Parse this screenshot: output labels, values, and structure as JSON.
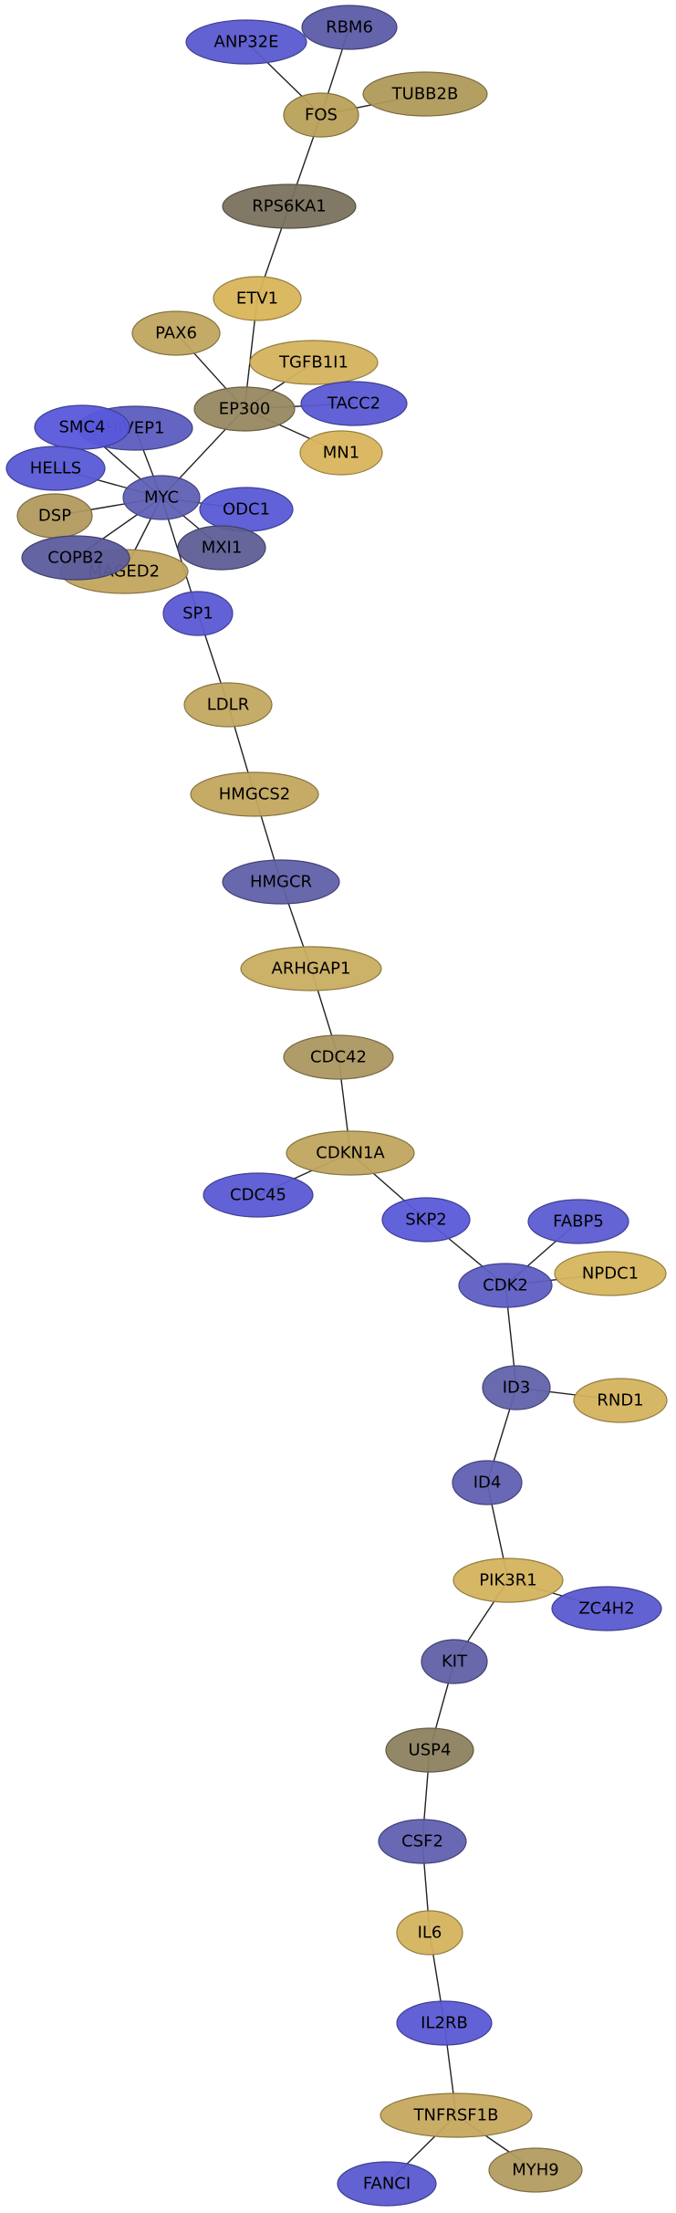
{
  "nodes": [
    {
      "id": "RBM6",
      "label": "RBM6",
      "color": "#5c5ca8"
    },
    {
      "id": "ANP32E",
      "label": "ANP32E",
      "color": "#5a5ad0"
    },
    {
      "id": "FOS",
      "label": "FOS",
      "color": "#b9a05a"
    },
    {
      "id": "TUBB2B",
      "label": "TUBB2B",
      "color": "#b09a5a"
    },
    {
      "id": "RPS6KA1",
      "label": "RPS6KA1",
      "color": "#7a725e"
    },
    {
      "id": "ETV1",
      "label": "ETV1",
      "color": "#d8b55a"
    },
    {
      "id": "PAX6",
      "label": "PAX6",
      "color": "#c0a55e"
    },
    {
      "id": "TGFB1I1",
      "label": "TGFB1I1",
      "color": "#d4b35e"
    },
    {
      "id": "EP300",
      "label": "EP300",
      "color": "#968860"
    },
    {
      "id": "TACC2",
      "label": "TACC2",
      "color": "#5a5ad4"
    },
    {
      "id": "MN1",
      "label": "MN1",
      "color": "#d9b55c"
    },
    {
      "id": "HIVEP1",
      "label": "HIVEP1",
      "color": "#5c5cc0"
    },
    {
      "id": "SMC4",
      "label": "SMC4",
      "color": "#5858dc"
    },
    {
      "id": "HELLS",
      "label": "HELLS",
      "color": "#5a5ad6"
    },
    {
      "id": "MYC",
      "label": "MYC",
      "color": "#6060b4"
    },
    {
      "id": "ODC1",
      "label": "ODC1",
      "color": "#5a5ad6"
    },
    {
      "id": "DSP",
      "label": "DSP",
      "color": "#b19a5e"
    },
    {
      "id": "MXI1",
      "label": "MXI1",
      "color": "#5e5e96"
    },
    {
      "id": "MAGED2",
      "label": "MAGED2",
      "color": "#c2a55e"
    },
    {
      "id": "COPB2",
      "label": "COPB2",
      "color": "#5c5c9e"
    },
    {
      "id": "SP1",
      "label": "SP1",
      "color": "#5a5ad4"
    },
    {
      "id": "LDLR",
      "label": "LDLR",
      "color": "#c2a860"
    },
    {
      "id": "HMGCS2",
      "label": "HMGCS2",
      "color": "#c2a65e"
    },
    {
      "id": "HMGCR",
      "label": "HMGCR",
      "color": "#6060a8"
    },
    {
      "id": "ARHGAP1",
      "label": "ARHGAP1",
      "color": "#c9ad60"
    },
    {
      "id": "CDC42",
      "label": "CDC42",
      "color": "#ab9760"
    },
    {
      "id": "CDKN1A",
      "label": "CDKN1A",
      "color": "#c0a55e"
    },
    {
      "id": "CDC45",
      "label": "CDC45",
      "color": "#5a5ad4"
    },
    {
      "id": "SKP2",
      "label": "SKP2",
      "color": "#5a5ad8"
    },
    {
      "id": "FABP5",
      "label": "FABP5",
      "color": "#5c5cd2"
    },
    {
      "id": "CDK2",
      "label": "CDK2",
      "color": "#5e5ec4"
    },
    {
      "id": "NPDC1",
      "label": "NPDC1",
      "color": "#d6b55e"
    },
    {
      "id": "ID3",
      "label": "ID3",
      "color": "#6262aa"
    },
    {
      "id": "RND1",
      "label": "RND1",
      "color": "#d4b35e"
    },
    {
      "id": "ID4",
      "label": "ID4",
      "color": "#6060b2"
    },
    {
      "id": "PIK3R1",
      "label": "PIK3R1",
      "color": "#d4b35e"
    },
    {
      "id": "ZC4H2",
      "label": "ZC4H2",
      "color": "#5a5ad0"
    },
    {
      "id": "KIT",
      "label": "KIT",
      "color": "#6060a6"
    },
    {
      "id": "USP4",
      "label": "USP4",
      "color": "#8c8260"
    },
    {
      "id": "CSF2",
      "label": "CSF2",
      "color": "#6060b0"
    },
    {
      "id": "IL6",
      "label": "IL6",
      "color": "#d4b35e"
    },
    {
      "id": "IL2RB",
      "label": "IL2RB",
      "color": "#5a5ad4"
    },
    {
      "id": "TNFRSF1B",
      "label": "TNFRSF1B",
      "color": "#c6a95e"
    },
    {
      "id": "FANCI",
      "label": "FANCI",
      "color": "#5a5ad0"
    },
    {
      "id": "MYH9",
      "label": "MYH9",
      "color": "#b29c60"
    }
  ],
  "edges": [
    [
      "RBM6",
      "FOS"
    ],
    [
      "ANP32E",
      "FOS"
    ],
    [
      "TUBB2B",
      "FOS"
    ],
    [
      "FOS",
      "RPS6KA1"
    ],
    [
      "RPS6KA1",
      "ETV1"
    ],
    [
      "ETV1",
      "EP300"
    ],
    [
      "PAX6",
      "EP300"
    ],
    [
      "TGFB1I1",
      "EP300"
    ],
    [
      "TACC2",
      "EP300"
    ],
    [
      "MN1",
      "EP300"
    ],
    [
      "EP300",
      "MYC"
    ],
    [
      "HIVEP1",
      "MYC"
    ],
    [
      "SMC4",
      "MYC"
    ],
    [
      "HELLS",
      "MYC"
    ],
    [
      "DSP",
      "MYC"
    ],
    [
      "ODC1",
      "MYC"
    ],
    [
      "MXI1",
      "MYC"
    ],
    [
      "MAGED2",
      "MYC"
    ],
    [
      "COPB2",
      "MYC"
    ],
    [
      "MYC",
      "SP1"
    ],
    [
      "SP1",
      "LDLR"
    ],
    [
      "LDLR",
      "HMGCS2"
    ],
    [
      "HMGCS2",
      "HMGCR"
    ],
    [
      "HMGCR",
      "ARHGAP1"
    ],
    [
      "ARHGAP1",
      "CDC42"
    ],
    [
      "CDC42",
      "CDKN1A"
    ],
    [
      "CDKN1A",
      "CDC45"
    ],
    [
      "CDKN1A",
      "SKP2"
    ],
    [
      "SKP2",
      "CDK2"
    ],
    [
      "FABP5",
      "CDK2"
    ],
    [
      "NPDC1",
      "CDK2"
    ],
    [
      "CDK2",
      "ID3"
    ],
    [
      "ID3",
      "RND1"
    ],
    [
      "ID3",
      "ID4"
    ],
    [
      "ID4",
      "PIK3R1"
    ],
    [
      "PIK3R1",
      "ZC4H2"
    ],
    [
      "PIK3R1",
      "KIT"
    ],
    [
      "KIT",
      "USP4"
    ],
    [
      "USP4",
      "CSF2"
    ],
    [
      "CSF2",
      "IL6"
    ],
    [
      "IL6",
      "IL2RB"
    ],
    [
      "IL2RB",
      "TNFRSF1B"
    ],
    [
      "TNFRSF1B",
      "FANCI"
    ],
    [
      "TNFRSF1B",
      "MYH9"
    ]
  ]
}
